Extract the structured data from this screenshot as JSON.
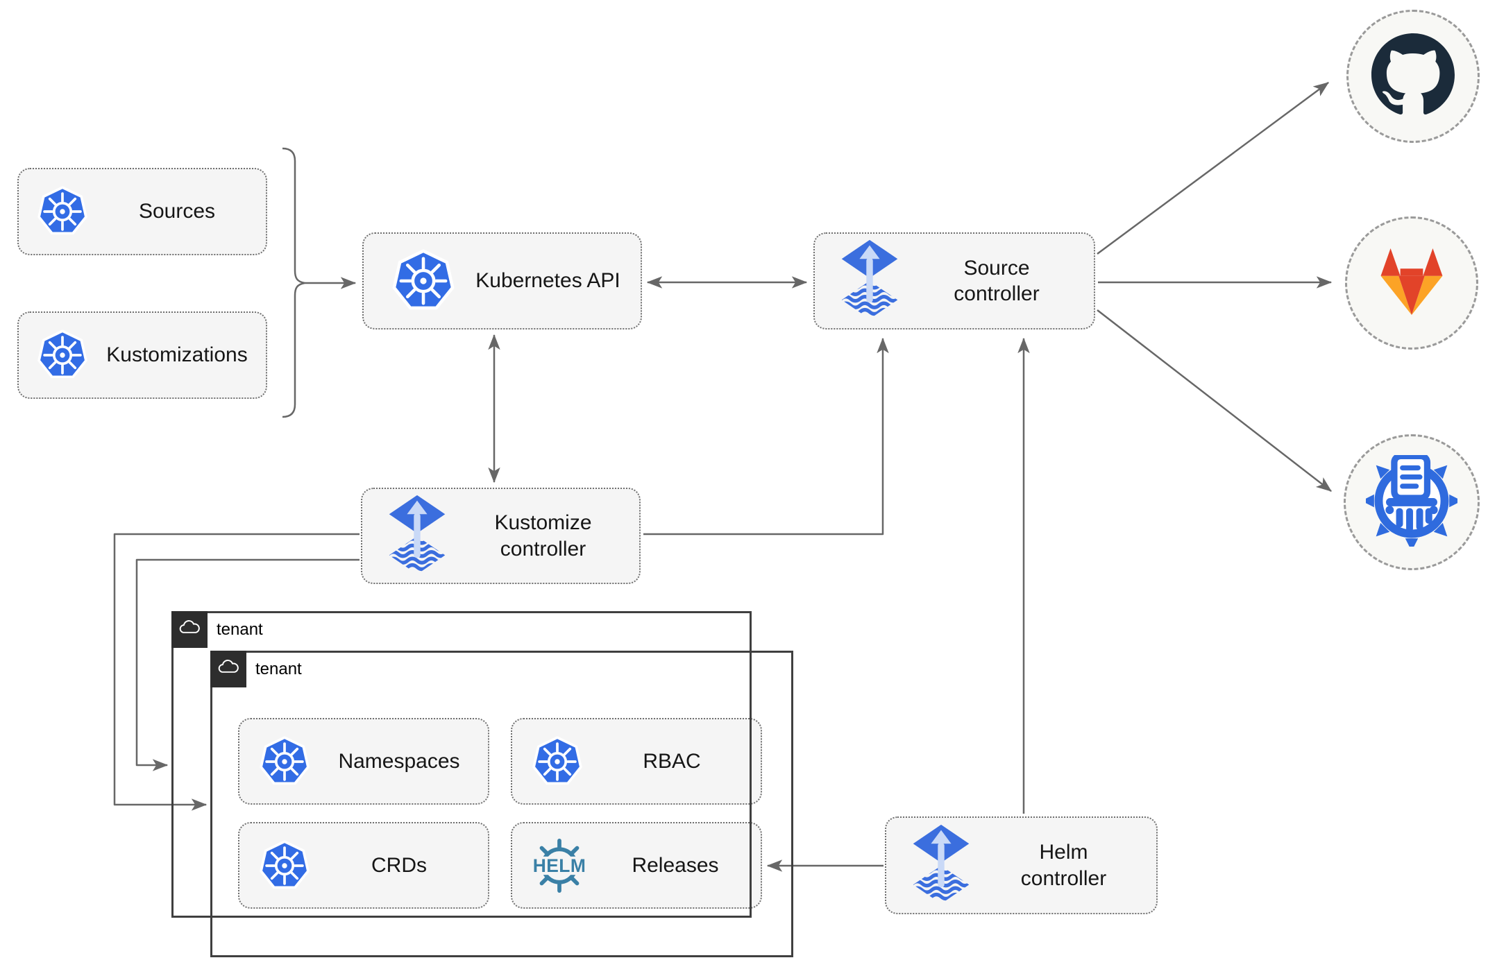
{
  "diagram": {
    "nodes": {
      "sources": {
        "label": "Sources"
      },
      "kustomizations": {
        "label": "Kustomizations"
      },
      "kubernetes_api": {
        "label": "Kubernetes API"
      },
      "source_controller": {
        "label": "Source controller"
      },
      "kustomize_controller": {
        "label": "Kustomize controller"
      },
      "helm_controller": {
        "label": "Helm controller"
      },
      "namespaces": {
        "label": "Namespaces"
      },
      "rbac": {
        "label": "RBAC"
      },
      "crds": {
        "label": "CRDs"
      },
      "releases": {
        "label": "Releases"
      }
    },
    "tenants": {
      "outer": {
        "label": "tenant"
      },
      "inner": {
        "label": "tenant"
      }
    },
    "logos": {
      "helm_wheel_text": "HELM"
    },
    "icons": {
      "kubernetes": "kubernetes-logo",
      "flux": "flux-logo",
      "helm": "helm-wheel-logo",
      "cloud": "cloud-glyph",
      "github": "github-logo",
      "gitlab": "gitlab-logo",
      "chartmuseum": "chartmuseum-logo"
    },
    "colors": {
      "node_fill": "#F5F5F5",
      "line_gray": "#676767",
      "kubernetes_blue": "#326CE5",
      "flux_blue": "#3B6EDE",
      "flux_arrow_pale": "#C9D9F7",
      "helm_teal": "#3A80A6",
      "github_dark": "#1B2B3A",
      "gitlab_red_orange": "#E24329",
      "gitlab_amber": "#FCA326",
      "chartmuseum_blue": "#2F6BDE",
      "tenant_header": "#2D2D2D"
    }
  }
}
